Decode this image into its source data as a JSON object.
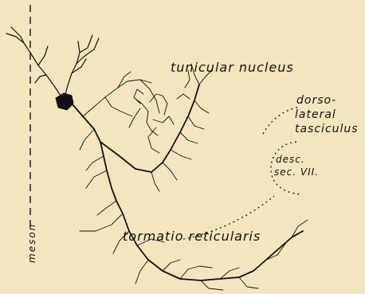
{
  "labels": {
    "meson": "meson",
    "funicular": "tunicular nucleus",
    "dorso": "dorso-",
    "lateral": "lateral",
    "fasciculus": "tasciculus",
    "desc": "desc.",
    "sec": "sec. VII.",
    "formatio": "tormatio reticularis"
  }
}
